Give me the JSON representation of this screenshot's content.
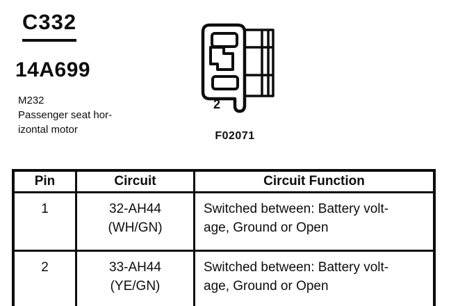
{
  "document": {
    "connector_id": "C332",
    "part_number": "14A699",
    "component_code": "M232",
    "component_description_line1": "Passenger seat hor-",
    "component_description_line2": "izontal motor"
  },
  "figure": {
    "pin_label": "2",
    "figure_code": "F02071",
    "icon": "2-cavity-connector-side-view-icon"
  },
  "pinout_table": {
    "headers": {
      "pin": "Pin",
      "circuit": "Circuit",
      "function": "Circuit Function"
    },
    "rows": [
      {
        "pin": "1",
        "circuit_line1": "32-AH44",
        "circuit_line2": "(WH/GN)",
        "function_line1": "Switched between: Battery volt-",
        "function_line2": "age, Ground or Open"
      },
      {
        "pin": "2",
        "circuit_line1": "33-AH44",
        "circuit_line2": "(YE/GN)",
        "function_line1": "Switched between: Battery volt-",
        "function_line2": "age, Ground or Open"
      }
    ]
  },
  "colors": {
    "ink": "#0d0d0d",
    "paper": "#ffffff"
  }
}
